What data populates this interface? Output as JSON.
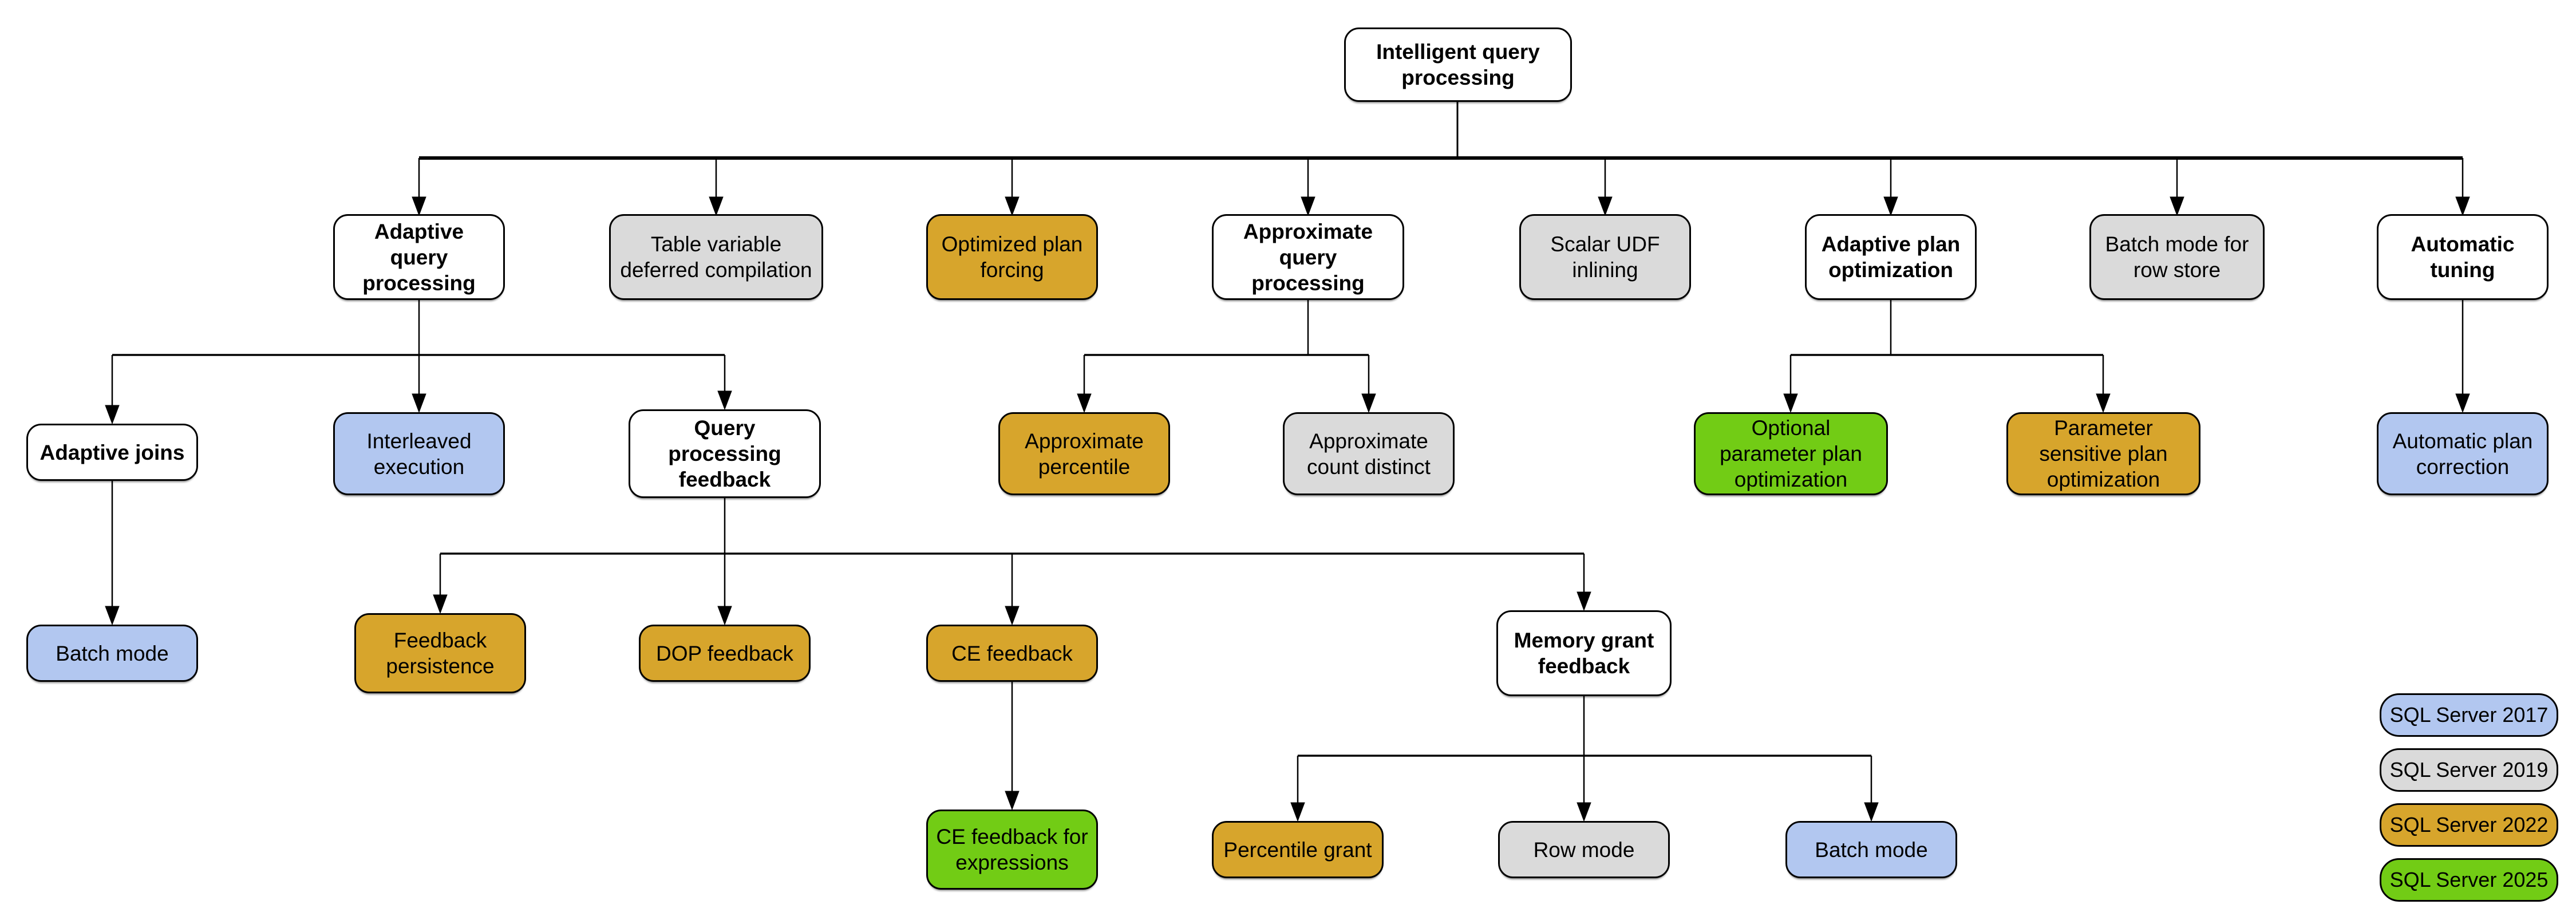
{
  "diagram": {
    "colors": {
      "parent": "#ffffff",
      "v2017": "#b2c7f0",
      "v2019": "#dadada",
      "v2022": "#d7a52c",
      "v2025": "#72cc15",
      "line": "#000000"
    },
    "nodes": {
      "root": {
        "label": "Intelligent query processing",
        "version": "parent"
      },
      "aqp": {
        "label": "Adaptive query processing",
        "version": "parent"
      },
      "tvdc": {
        "label": "Table variable deferred compilation",
        "version": "v2019"
      },
      "opf": {
        "label": "Optimized plan forcing",
        "version": "v2022"
      },
      "axqp": {
        "label": "Approximate query processing",
        "version": "parent"
      },
      "sudf": {
        "label": "Scalar UDF inlining",
        "version": "v2019"
      },
      "apo": {
        "label": "Adaptive plan optimization",
        "version": "parent"
      },
      "bmrs": {
        "label": "Batch mode for row store",
        "version": "v2019"
      },
      "at": {
        "label": "Automatic tuning",
        "version": "parent"
      },
      "aj": {
        "label": "Adaptive joins",
        "version": "parent"
      },
      "ie": {
        "label": "Interleaved execution",
        "version": "v2017"
      },
      "qpf": {
        "label": "Query processing feedback",
        "version": "parent"
      },
      "apct": {
        "label": "Approximate percentile",
        "version": "v2022"
      },
      "acd": {
        "label": "Approximate count distinct",
        "version": "v2019"
      },
      "oppo": {
        "label": "Optional parameter plan optimization",
        "version": "v2025"
      },
      "pspo": {
        "label": "Parameter sensitive plan optimization",
        "version": "v2022"
      },
      "apc": {
        "label": "Automatic plan correction",
        "version": "v2017"
      },
      "bm1": {
        "label": "Batch mode",
        "version": "v2017"
      },
      "fp": {
        "label": "Feedback persistence",
        "version": "v2022"
      },
      "dop": {
        "label": "DOP feedback",
        "version": "v2022"
      },
      "cef": {
        "label": "CE feedback",
        "version": "v2022"
      },
      "mgf": {
        "label": "Memory grant feedback",
        "version": "parent"
      },
      "cefe": {
        "label": "CE feedback for expressions",
        "version": "v2025"
      },
      "pg": {
        "label": "Percentile grant",
        "version": "v2022"
      },
      "rm": {
        "label": "Row mode",
        "version": "v2019"
      },
      "bm2": {
        "label": "Batch mode",
        "version": "v2017"
      }
    },
    "edges": [
      {
        "from": "root",
        "to": [
          "aqp",
          "tvdc",
          "opf",
          "axqp",
          "sudf",
          "apo",
          "bmrs",
          "at"
        ]
      },
      {
        "from": "aqp",
        "to": [
          "aj",
          "ie",
          "qpf"
        ]
      },
      {
        "from": "axqp",
        "to": [
          "apct",
          "acd"
        ]
      },
      {
        "from": "apo",
        "to": [
          "oppo",
          "pspo"
        ]
      },
      {
        "from": "at",
        "to": [
          "apc"
        ]
      },
      {
        "from": "aj",
        "to": [
          "bm1"
        ]
      },
      {
        "from": "qpf",
        "to": [
          "fp",
          "dop",
          "cef",
          "mgf"
        ]
      },
      {
        "from": "cef",
        "to": [
          "cefe"
        ]
      },
      {
        "from": "mgf",
        "to": [
          "pg",
          "rm",
          "bm2"
        ]
      }
    ],
    "legend": [
      {
        "label": "SQL Server 2017",
        "version": "v2017"
      },
      {
        "label": "SQL Server 2019",
        "version": "v2019"
      },
      {
        "label": "SQL Server 2022",
        "version": "v2022"
      },
      {
        "label": "SQL Server 2025",
        "version": "v2025"
      }
    ]
  }
}
